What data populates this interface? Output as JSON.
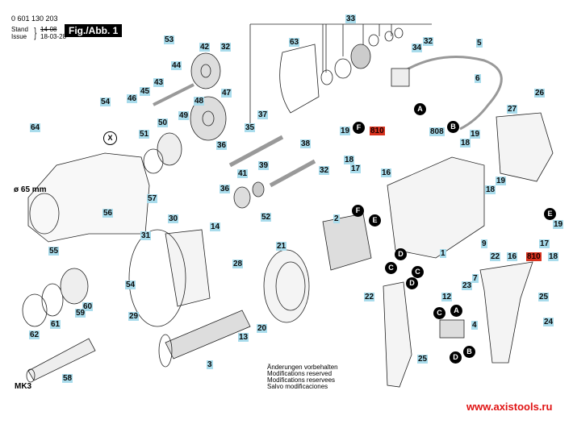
{
  "header": {
    "part_number": "0 601 130 203",
    "stand_label": "Stand",
    "issue_label": "Issue",
    "stand_value": "14-08",
    "issue_value": "18-03-28",
    "figure_badge": "Fig./Abb. 1"
  },
  "annotations": {
    "diameter": "ø 65 mm",
    "taper": "MK3",
    "detail_marker": "X"
  },
  "modifications_notice": [
    "Änderungen vorbehalten",
    "Modifications reserved",
    "Modifications reservees",
    "Salvo modificaciones"
  ],
  "website": "www.axistools.ru",
  "colors": {
    "label_bg": "#a9dcec",
    "highlight_label_bg": "#d8321e",
    "website_text": "#e01313"
  },
  "part_labels": [
    {
      "id": "33",
      "red": false
    },
    {
      "id": "32",
      "red": false
    },
    {
      "id": "34",
      "red": false
    },
    {
      "id": "5",
      "red": false
    },
    {
      "id": "53",
      "red": false
    },
    {
      "id": "42",
      "red": false
    },
    {
      "id": "32",
      "red": false
    },
    {
      "id": "63",
      "red": false
    },
    {
      "id": "44",
      "red": false
    },
    {
      "id": "43",
      "red": false
    },
    {
      "id": "45",
      "red": false
    },
    {
      "id": "46",
      "red": false
    },
    {
      "id": "47",
      "red": false
    },
    {
      "id": "48",
      "red": false
    },
    {
      "id": "54",
      "red": false
    },
    {
      "id": "6",
      "red": false
    },
    {
      "id": "26",
      "red": false
    },
    {
      "id": "49",
      "red": false
    },
    {
      "id": "50",
      "red": false
    },
    {
      "id": "37",
      "red": false
    },
    {
      "id": "35",
      "red": false
    },
    {
      "id": "64",
      "red": false
    },
    {
      "id": "51",
      "red": false
    },
    {
      "id": "36",
      "red": false
    },
    {
      "id": "27",
      "red": false
    },
    {
      "id": "19",
      "red": false
    },
    {
      "id": "810",
      "red": true
    },
    {
      "id": "808",
      "red": false
    },
    {
      "id": "19",
      "red": false
    },
    {
      "id": "18",
      "red": false
    },
    {
      "id": "38",
      "red": false
    },
    {
      "id": "18",
      "red": false
    },
    {
      "id": "17",
      "red": false
    },
    {
      "id": "39",
      "red": false
    },
    {
      "id": "32",
      "red": false
    },
    {
      "id": "16",
      "red": false
    },
    {
      "id": "41",
      "red": false
    },
    {
      "id": "57",
      "red": false
    },
    {
      "id": "19",
      "red": false
    },
    {
      "id": "18",
      "red": false
    },
    {
      "id": "36",
      "red": false
    },
    {
      "id": "56",
      "red": false
    },
    {
      "id": "52",
      "red": false
    },
    {
      "id": "2",
      "red": false
    },
    {
      "id": "30",
      "red": false
    },
    {
      "id": "14",
      "red": false
    },
    {
      "id": "19",
      "red": false
    },
    {
      "id": "55",
      "red": false
    },
    {
      "id": "31",
      "red": false
    },
    {
      "id": "21",
      "red": false
    },
    {
      "id": "9",
      "red": false
    },
    {
      "id": "17",
      "red": false
    },
    {
      "id": "28",
      "red": false
    },
    {
      "id": "16",
      "red": false
    },
    {
      "id": "810",
      "red": true
    },
    {
      "id": "18",
      "red": false
    },
    {
      "id": "1",
      "red": false
    },
    {
      "id": "22",
      "red": false
    },
    {
      "id": "54",
      "red": false
    },
    {
      "id": "7",
      "red": false
    },
    {
      "id": "12",
      "red": false
    },
    {
      "id": "23",
      "red": false
    },
    {
      "id": "60",
      "red": false
    },
    {
      "id": "22",
      "red": false
    },
    {
      "id": "25",
      "red": false
    },
    {
      "id": "29",
      "red": false
    },
    {
      "id": "59",
      "red": false
    },
    {
      "id": "13",
      "red": false
    },
    {
      "id": "20",
      "red": false
    },
    {
      "id": "4",
      "red": false
    },
    {
      "id": "24",
      "red": false
    },
    {
      "id": "62",
      "red": false
    },
    {
      "id": "61",
      "red": false
    },
    {
      "id": "3",
      "red": false
    },
    {
      "id": "25",
      "red": false
    },
    {
      "id": "58",
      "red": false
    }
  ],
  "connector_markers": [
    "A",
    "B",
    "F",
    "E",
    "D",
    "C",
    "C",
    "D",
    "F",
    "E",
    "C",
    "A",
    "D",
    "B"
  ]
}
